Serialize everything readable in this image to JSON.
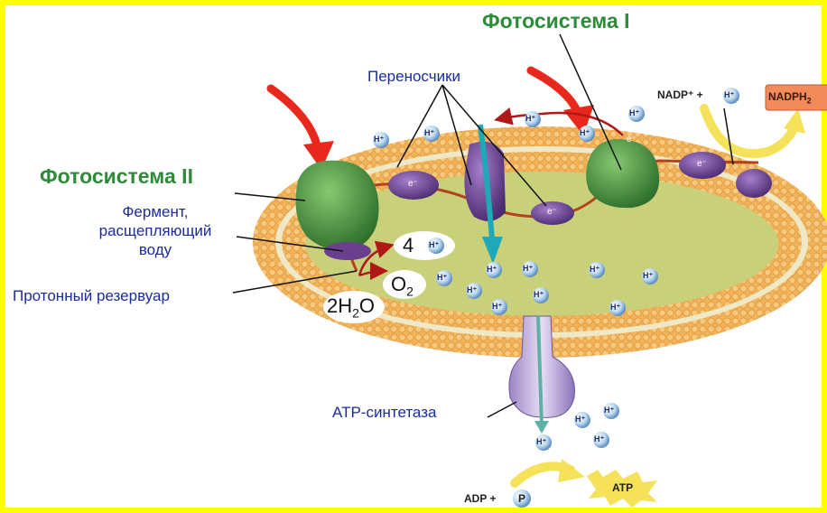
{
  "labels": {
    "photosystem_1": "Фотосистема I",
    "photosystem_2": "Фотосистема II",
    "carriers": "Переносчики",
    "enzyme_line1": "Фермент,",
    "enzyme_line2": "расщепляющий",
    "enzyme_line3": "воду",
    "proton_reservoir": "Протонный резервуар",
    "atp_synthase": "ATP-синтетаза"
  },
  "chemistry": {
    "nadp_plus": "NADP⁺ +",
    "nadph": "NADPH",
    "nadph_sub": "2",
    "adp_plus": "ADP +",
    "phosphate": "P",
    "atp": "ATP",
    "four": "4",
    "oxygen": "O",
    "oxygen_sub": "2",
    "water_pre": "2H",
    "water_sub": "2",
    "water_post": "O",
    "proton": "H⁺",
    "electron": "e⁻"
  },
  "colors": {
    "background": "#ffff00",
    "membrane": "#f2b45a",
    "lumen": "#c8d07a",
    "photosystem": "#3f8f3c",
    "carrier": "#6a3f8e",
    "light_arrow": "#e8281c",
    "label_green": "#2e8b3a",
    "label_blue": "#1a2c9c"
  }
}
